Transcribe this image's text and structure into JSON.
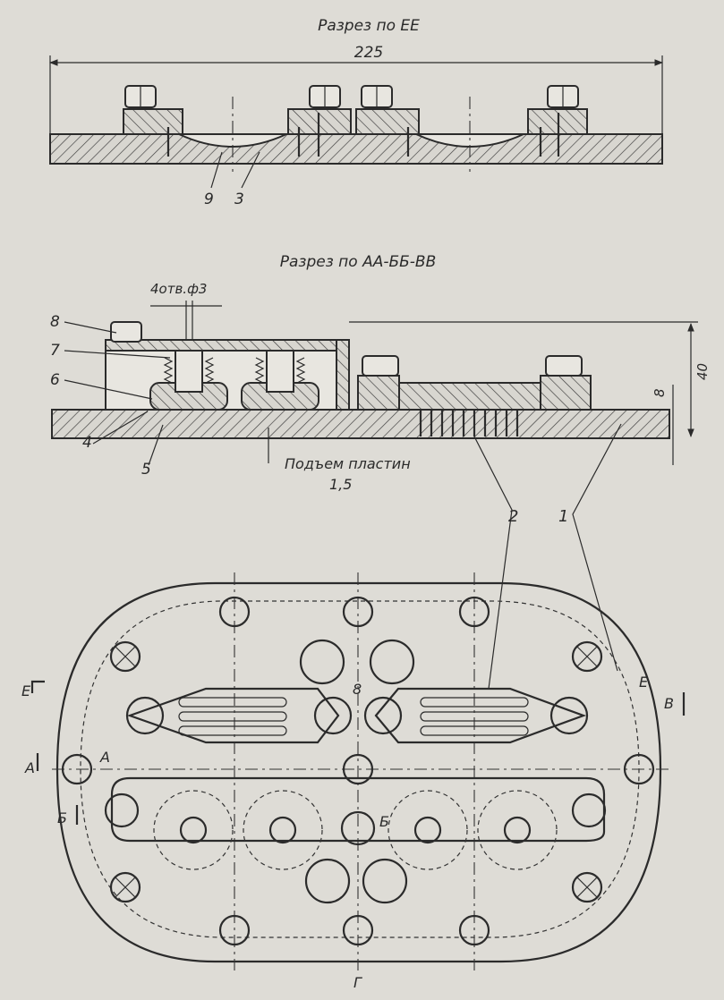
{
  "titles": {
    "section_ee": "Разрез по ЕЕ",
    "section_aa": "Разрез по АА-ББ-ВВ"
  },
  "dimensions": {
    "width_225": "225",
    "holes": "4отв.ф3",
    "height_40": "40",
    "height_8": "8",
    "lift_label": "Подъем пластин",
    "lift_value": "1,5"
  },
  "parts": {
    "p1": "1",
    "p2": "2",
    "p3": "3",
    "p4": "4",
    "p5": "5",
    "p6": "6",
    "p7": "7",
    "p8": "8",
    "p9": "9"
  },
  "section_marks": {
    "e_left": "Е",
    "e_right": "Е",
    "a_left": "А",
    "a_inner": "А",
    "b_left": "Б",
    "b_inner": "Б",
    "v_right": "В",
    "v_center": "8",
    "g_bottom": "Г"
  }
}
